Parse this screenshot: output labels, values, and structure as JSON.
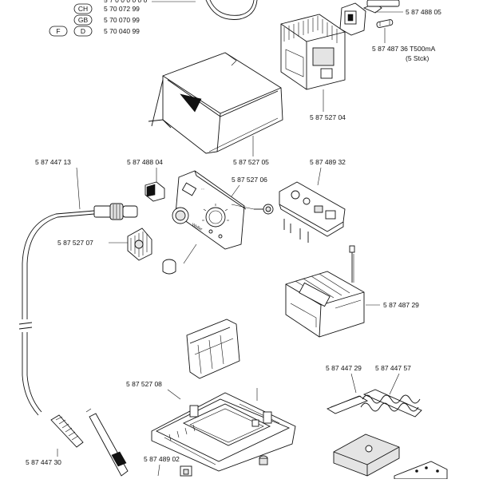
{
  "country_codes": [
    {
      "codes": [
        "CH"
      ],
      "part_no": "5 70 072 99"
    },
    {
      "codes": [
        "GB"
      ],
      "part_no": "5 70 070 99"
    },
    {
      "codes": [
        "F",
        "D"
      ],
      "part_no": "5 70 040 99"
    }
  ],
  "part_labels": {
    "p_488_05": "5 87 488 05",
    "p_487_36": "5 87 487 36  T500mA",
    "p_487_36_qty": "(5  Stck)",
    "p_527_04": "5 87 527 04",
    "p_527_05": "5 87 527 05",
    "p_447_13": "5 87 447 13",
    "p_488_04": "5 87 488 04",
    "p_527_06": "5 87 527 06",
    "p_489_32": "5 87 489 32",
    "p_527_07": "5 87 527 07",
    "p_487_29": "5 87 487 29",
    "p_447_29": "5 87 447 29",
    "p_447_57": "5 87 447 57",
    "p_527_08": "5 87 527 08",
    "p_447_30": "5 87 447 30",
    "p_489_02": "5 87 489 02"
  }
}
